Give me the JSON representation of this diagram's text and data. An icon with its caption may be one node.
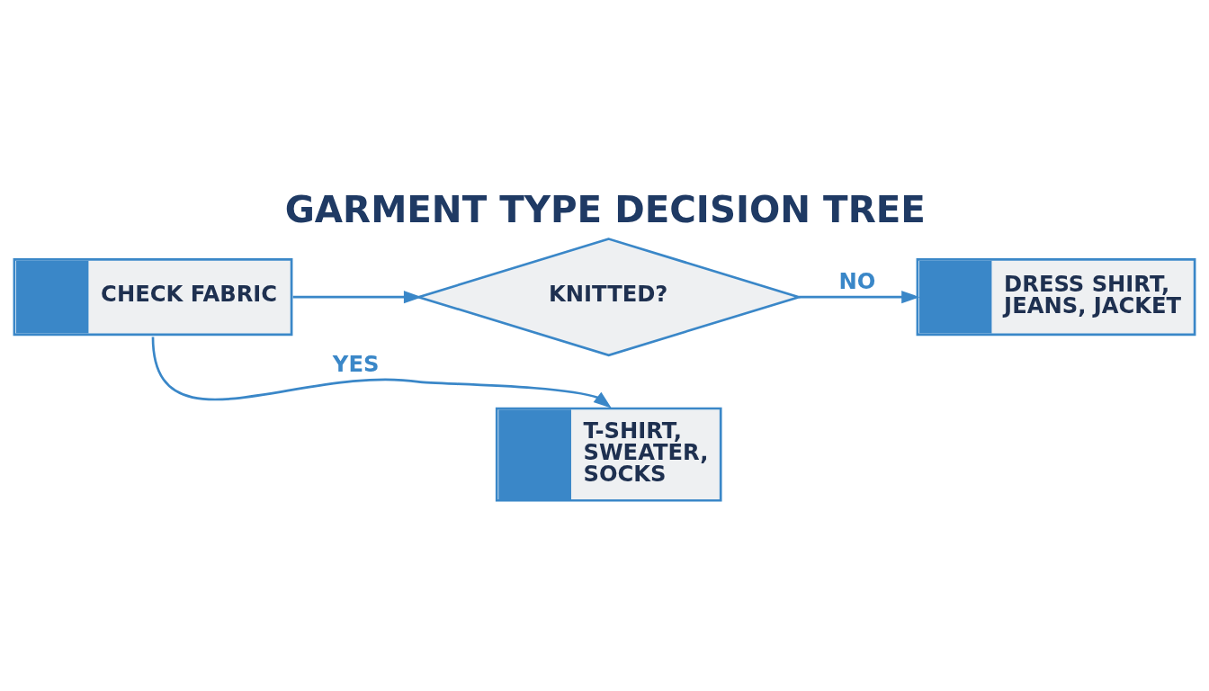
{
  "diagram": {
    "title": "GARMENT TYPE DECISION TREE",
    "nodes": [
      {
        "text": [
          "CHECK FABRIC"
        ]
      },
      {
        "text": [
          "KNITTED?"
        ]
      },
      {
        "text": [
          "DRESS SHIRT, JEANS, JACKET"
        ]
      },
      {
        "text": [
          "T-SHIRT, SWEATER, SOCKS"
        ]
      }
    ],
    "edges": [
      {
        "from": 0,
        "to": 1,
        "arrow": "to"
      },
      {
        "from": 1,
        "to": 2,
        "arrow": "to",
        "label": "NO"
      },
      {
        "from": 0,
        "to": 3,
        "arrow": "to",
        "label": "YES"
      }
    ]
  }
}
